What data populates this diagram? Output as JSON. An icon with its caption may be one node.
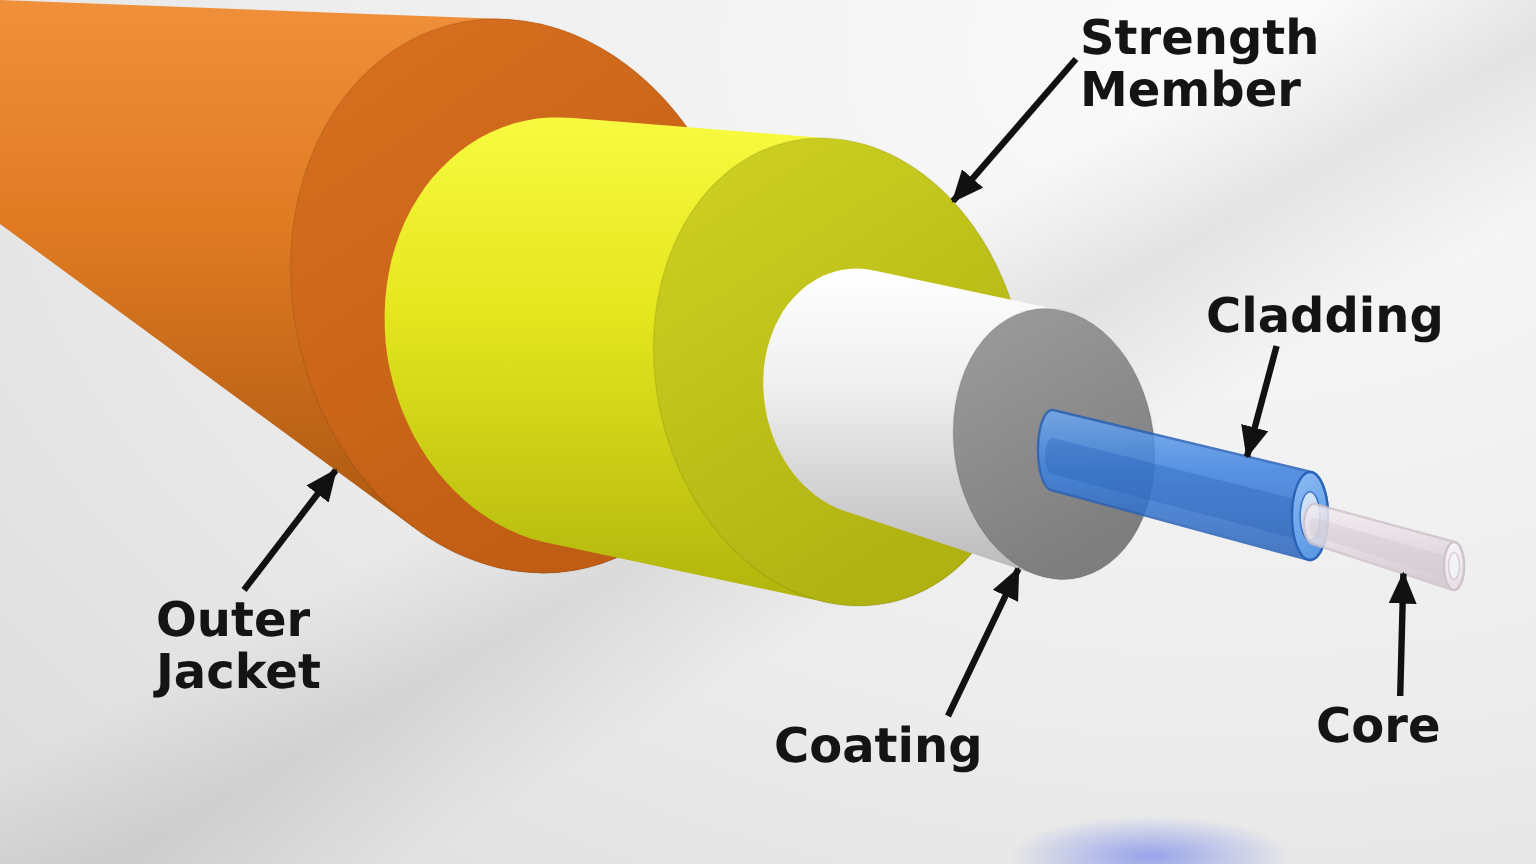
{
  "diagram": {
    "nodes": [
      {
        "text": [
          "Strength Member"
        ]
      },
      {
        "text": [
          "Cladding"
        ]
      },
      {
        "text": [
          "Outer Jacket"
        ]
      },
      {
        "text": [
          "Coating"
        ]
      },
      {
        "text": [
          "Core"
        ]
      }
    ],
    "edges": [
      {
        "from": 0,
        "to": null,
        "arrow": "to"
      },
      {
        "from": 1,
        "to": null,
        "arrow": "to"
      },
      {
        "from": 2,
        "to": null,
        "arrow": "to"
      },
      {
        "from": 3,
        "to": null,
        "arrow": "to"
      },
      {
        "from": 4,
        "to": null,
        "arrow": "to"
      }
    ]
  }
}
